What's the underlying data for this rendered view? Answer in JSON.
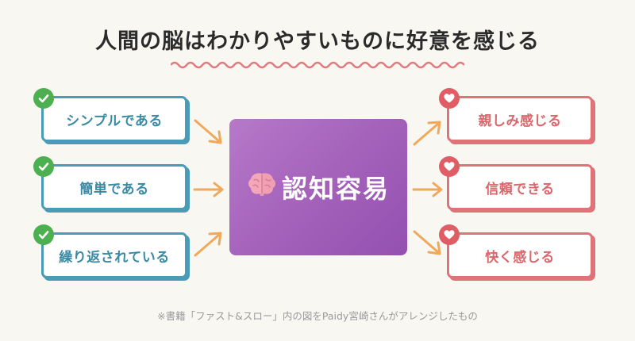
{
  "title": "人間の脳はわかりやすいものに好意を感じる",
  "left_items": [
    {
      "label": "シンプルである"
    },
    {
      "label": "簡単である"
    },
    {
      "label": "繰り返されている"
    }
  ],
  "center": {
    "label": "認知容易",
    "icon": "brain-icon"
  },
  "right_items": [
    {
      "label": "親しみ感じる"
    },
    {
      "label": "信頼できる"
    },
    {
      "label": "快く感じる"
    }
  ],
  "footnote": "※書籍「ファスト&スロー」内の図をPaidy宮崎さんがアレンジしたもの",
  "colors": {
    "left_accent": "#4a9bb5",
    "right_accent": "#e07377",
    "center_fill": "#a664bc",
    "arrow": "#f0a85a",
    "check": "#4caf50",
    "heart": "#e05d66",
    "squiggle": "#e0787c"
  }
}
